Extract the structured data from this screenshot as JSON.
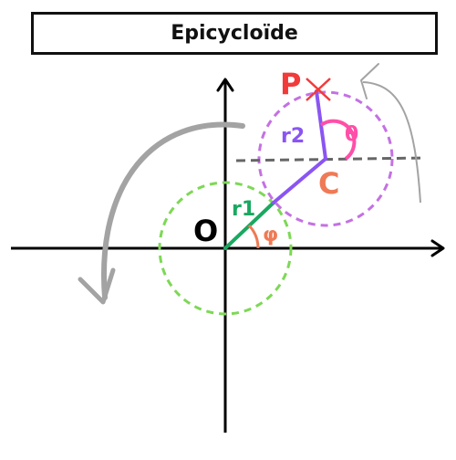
{
  "title": "Epicycloïde",
  "labels": {
    "origin": "O",
    "center": "C",
    "point": "P",
    "radius1": "r1",
    "radius2": "r2",
    "angle_phi": "φ",
    "angle_theta": "θ"
  },
  "colors": {
    "axis": "#000000",
    "small_circle": "#7dd855",
    "big_circle": "#c471e3",
    "r1_line": "#1aa860",
    "r2_line": "#8a55f2",
    "phi": "#ef7a55",
    "theta": "#ff4fa8",
    "point": "#f23a3a",
    "center_label": "#ef7a55",
    "rotation_arrow": "#a3a3a3",
    "dashed_line": "#666666"
  }
}
